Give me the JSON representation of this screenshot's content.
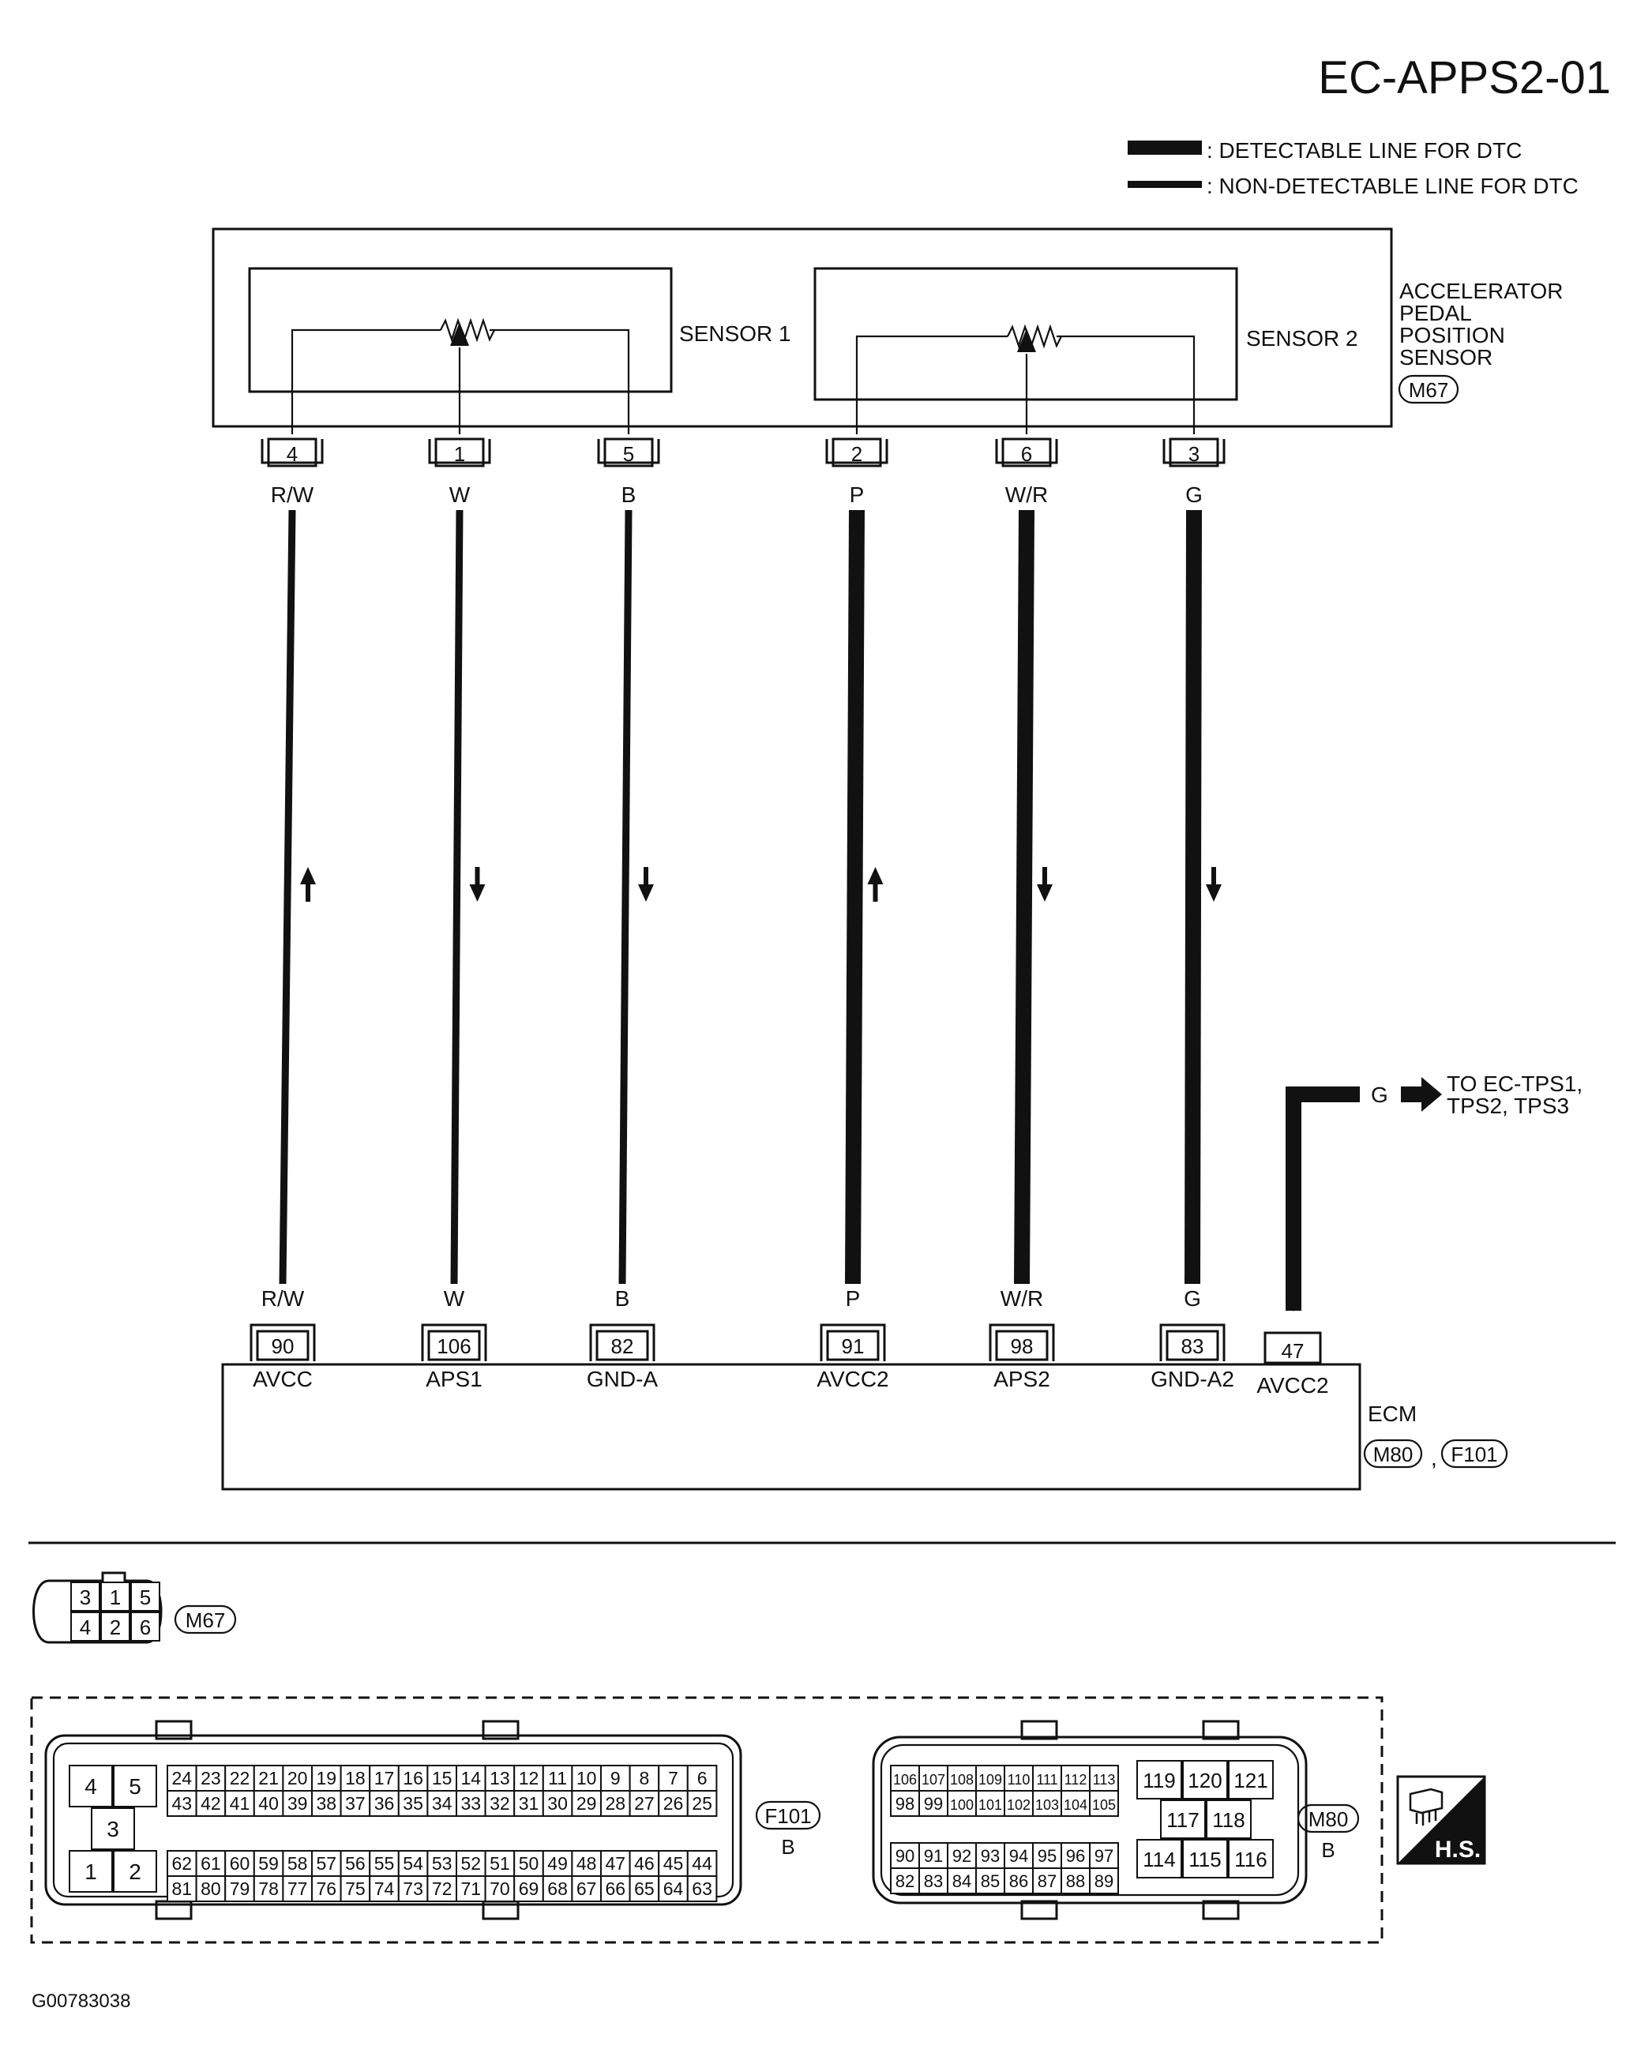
{
  "diagram_id": "EC-APPS2-01",
  "legend": {
    "detectable": ": DETECTABLE LINE FOR DTC",
    "non_detectable": ": NON-DETECTABLE LINE FOR DTC"
  },
  "sensor": {
    "name_lines": [
      "ACCELERATOR",
      "PEDAL",
      "POSITION",
      "SENSOR"
    ],
    "connector": "M67",
    "sensor1_label": "SENSOR 1",
    "sensor2_label": "SENSOR 2"
  },
  "wires": [
    {
      "sensor_pin": "4",
      "ecm_pin": "90",
      "color_top": "R/W",
      "color_bottom": "R/W",
      "ecm_label": "AVCC",
      "detectable": false,
      "arrow": "up"
    },
    {
      "sensor_pin": "1",
      "ecm_pin": "106",
      "color_top": "W",
      "color_bottom": "W",
      "ecm_label": "APS1",
      "detectable": false,
      "arrow": "down"
    },
    {
      "sensor_pin": "5",
      "ecm_pin": "82",
      "color_top": "B",
      "color_bottom": "B",
      "ecm_label": "GND-A",
      "detectable": false,
      "arrow": "down"
    },
    {
      "sensor_pin": "2",
      "ecm_pin": "91",
      "color_top": "P",
      "color_bottom": "P",
      "ecm_label": "AVCC2",
      "detectable": true,
      "arrow": "up"
    },
    {
      "sensor_pin": "6",
      "ecm_pin": "98",
      "color_top": "W/R",
      "color_bottom": "W/R",
      "ecm_label": "APS2",
      "detectable": true,
      "arrow": "down"
    },
    {
      "sensor_pin": "3",
      "ecm_pin": "83",
      "color_top": "G",
      "color_bottom": "G",
      "ecm_label": "GND-A2",
      "detectable": true,
      "arrow": "down"
    }
  ],
  "extra_wire": {
    "ecm_pin": "47",
    "ecm_label": "AVCC2",
    "color": "G",
    "color_bottom": "G",
    "to_lines": [
      "TO EC-TPS1,",
      "TPS2, TPS3"
    ]
  },
  "ecm": {
    "name": "ECM",
    "connectors": [
      "M80",
      "F101"
    ],
    "separator": ","
  },
  "m67_face": {
    "label": "M67",
    "top_row": [
      "3",
      "1",
      "5"
    ],
    "bottom_row": [
      "4",
      "2",
      "6"
    ]
  },
  "f101_face": {
    "label": "F101",
    "sub": "B",
    "left_block": [
      "4",
      "5",
      "3",
      "1",
      "2"
    ],
    "row1": [
      "24",
      "23",
      "22",
      "21",
      "20",
      "19",
      "18",
      "17",
      "16",
      "15",
      "14",
      "13",
      "12",
      "11",
      "10",
      "9",
      "8",
      "7",
      "6"
    ],
    "row2": [
      "43",
      "42",
      "41",
      "40",
      "39",
      "38",
      "37",
      "36",
      "35",
      "34",
      "33",
      "32",
      "31",
      "30",
      "29",
      "28",
      "27",
      "26",
      "25"
    ],
    "row3": [
      "62",
      "61",
      "60",
      "59",
      "58",
      "57",
      "56",
      "55",
      "54",
      "53",
      "52",
      "51",
      "50",
      "49",
      "48",
      "47",
      "46",
      "45",
      "44"
    ],
    "row4": [
      "81",
      "80",
      "79",
      "78",
      "77",
      "76",
      "75",
      "74",
      "73",
      "72",
      "71",
      "70",
      "69",
      "68",
      "67",
      "66",
      "65",
      "64",
      "63"
    ]
  },
  "m80_face": {
    "label": "M80",
    "sub": "B",
    "row1": [
      "106",
      "107",
      "108",
      "109",
      "110",
      "111",
      "112",
      "113"
    ],
    "row2": [
      "98",
      "99",
      "100",
      "101",
      "102",
      "103",
      "104",
      "105"
    ],
    "row3": [
      "90",
      "91",
      "92",
      "93",
      "94",
      "95",
      "96",
      "97"
    ],
    "row4": [
      "82",
      "83",
      "84",
      "85",
      "86",
      "87",
      "88",
      "89"
    ],
    "right_top": [
      "119",
      "120",
      "121"
    ],
    "right_mid": [
      "117",
      "118"
    ],
    "right_bottom": [
      "114",
      "115",
      "116"
    ]
  },
  "hs_badge": "H.S.",
  "figure_code": "G00783038"
}
